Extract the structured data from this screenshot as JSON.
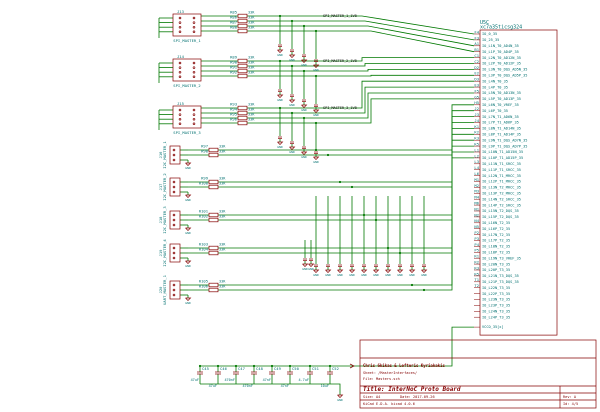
{
  "title_block": {
    "authors": "Chris Gkikas & Lefteris Kyriakakis",
    "sheet": "Sheet: /MasterInterfaces/",
    "file": "File: Masters.sch",
    "title": "Title: InterNoC Proto Board",
    "size": "Size: A4",
    "date": "Date: 2017-09-26",
    "rev": "Rev: A",
    "kicad": "KiCad E.D.A.  kicad 4.0.6",
    "id": "Id: 4/5"
  },
  "ic": {
    "ref": "U5C",
    "value": "xc7a35ticsg324",
    "power_pin": "VCCO_35[x]",
    "left_pins": [
      "F4",
      "F3",
      "A1",
      "B1",
      "C1",
      "C2",
      "D2",
      "E2",
      "D3",
      "E3",
      "F5",
      "G5",
      "H5",
      "J2",
      "J3",
      "J4",
      "K1",
      "K2",
      "K3",
      "K5",
      "L1",
      "L2",
      "L3",
      "L4",
      "L6",
      "M1",
      "M2",
      "M3",
      "M4",
      "M6",
      "N1",
      "N2",
      "N4",
      "N5",
      "P2",
      "P3",
      "P4",
      "P5",
      "R1",
      "R2",
      "R3",
      "R5",
      "T1",
      "T2"
    ],
    "right_pins": [
      "IO_0_35",
      "IO_25_35",
      "IO_L1N_T0_AD4N_35",
      "IO_L1P_T0_AD4P_35",
      "IO_L2N_T0_AD12N_35",
      "IO_L2P_T0_AD12P_35",
      "IO_L3N_T0_DQS_AD5N_35",
      "IO_L3P_T0_DQS_AD5P_35",
      "IO_L4N_T0_35",
      "IO_L4P_T0_35",
      "IO_L5N_T0_AD13N_35",
      "IO_L5P_T0_AD13P_35",
      "IO_L6N_T0_VREF_35",
      "IO_L6P_T0_35",
      "IO_L7N_T1_AD6N_35",
      "IO_L7P_T1_AD6P_35",
      "IO_L8N_T1_AD14N_35",
      "IO_L8P_T1_AD14P_35",
      "IO_L9N_T1_DQS_AD7N_35",
      "IO_L9P_T1_DQS_AD7P_35",
      "IO_L10N_T1_AD15N_35",
      "IO_L10P_T1_AD15P_35",
      "IO_L11N_T1_SRCC_35",
      "IO_L11P_T1_SRCC_35",
      "IO_L12N_T1_MRCC_35",
      "IO_L12P_T1_MRCC_35",
      "IO_L13N_T2_MRCC_35",
      "IO_L13P_T2_MRCC_35",
      "IO_L14N_T2_SRCC_35",
      "IO_L14P_T2_SRCC_35",
      "IO_L15N_T2_DQS_35",
      "IO_L15P_T2_DQS_35",
      "IO_L16N_T2_35",
      "IO_L16P_T2_35",
      "IO_L17N_T2_35",
      "IO_L17P_T2_35",
      "IO_L18N_T2_35",
      "IO_L18P_T2_35",
      "IO_L19N_T3_VREF_35",
      "IO_L20N_T3_35",
      "IO_L20P_T3_35",
      "IO_L21N_T3_DQS_35",
      "IO_L21P_T3_DQS_35",
      "IO_L22N_T3_35",
      "IO_L22P_T3_35",
      "IO_L23N_T3_35",
      "IO_L23P_T3_35",
      "IO_L24N_T3_35",
      "IO_L24P_T3_35"
    ]
  },
  "spi_blocks": [
    {
      "conn": "J13",
      "conn_value": "SPI_MASTER_1",
      "net": "SPI_MASTER_1_1V8",
      "res": [
        "R85",
        "R86",
        "R87",
        "R88"
      ],
      "res_value": "33R"
    },
    {
      "conn": "J14",
      "conn_value": "SPI_MASTER_2",
      "net": "SPI_MASTER_2_1V8",
      "res": [
        "R89",
        "R90",
        "R91",
        "R92"
      ],
      "res_value": "33R"
    },
    {
      "conn": "J15",
      "conn_value": "SPI_MASTER_3",
      "net": "SPI_MASTER_3_1V8",
      "res": [
        "R93",
        "R94",
        "R95",
        "R96"
      ],
      "res_value": "33R"
    }
  ],
  "i2c_blocks": [
    {
      "conn": "J16",
      "conn_value": "I2C_MASTER_1",
      "res": [
        "R97",
        "R98"
      ],
      "res_value": "33R"
    },
    {
      "conn": "J17",
      "conn_value": "I2C_MASTER_2",
      "res": [
        "R99",
        "R100"
      ],
      "res_value": "33R"
    },
    {
      "conn": "J18",
      "conn_value": "I2C_MASTER_3",
      "res": [
        "R101",
        "R102"
      ],
      "res_value": "33R"
    },
    {
      "conn": "J19",
      "conn_value": "I2C_MASTER_4",
      "res": [
        "R103",
        "R104"
      ],
      "res_value": "33R"
    },
    {
      "conn": "J20",
      "conn_value": "UART_MASTER_1",
      "res": [
        "R105",
        "R106"
      ],
      "res_value": "33R"
    }
  ],
  "gnd_label": "GND",
  "caps": [
    {
      "ref": "C45",
      "value": "47uF"
    },
    {
      "ref": "C46",
      "value": "47uF"
    },
    {
      "ref": "C47",
      "value": "470nF"
    },
    {
      "ref": "C48",
      "value": "470nF"
    },
    {
      "ref": "C49",
      "value": "47nF"
    },
    {
      "ref": "C50",
      "value": "47nF"
    },
    {
      "ref": "C51",
      "value": "4.7uF"
    },
    {
      "ref": "C52",
      "value": "10uF"
    }
  ],
  "colors": {
    "wire": "#007800",
    "part": "#840000",
    "label": "#007070",
    "background": "#ffffff"
  }
}
